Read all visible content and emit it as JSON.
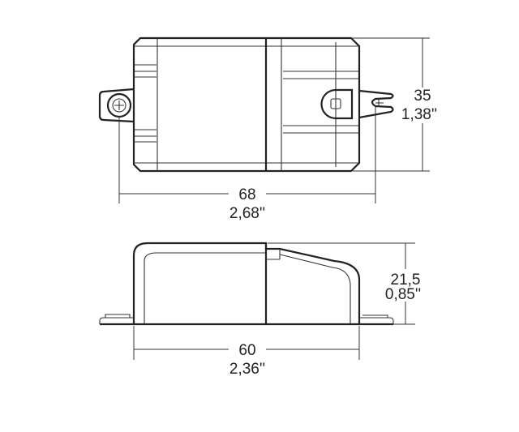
{
  "top_view": {
    "length_mm": "68",
    "length_in": "2,68''",
    "width_mm": "35",
    "width_in": "1,38''"
  },
  "side_view": {
    "length_mm": "60",
    "length_in": "2,36''",
    "height_mm": "21,5",
    "height_in": "0,85''"
  }
}
